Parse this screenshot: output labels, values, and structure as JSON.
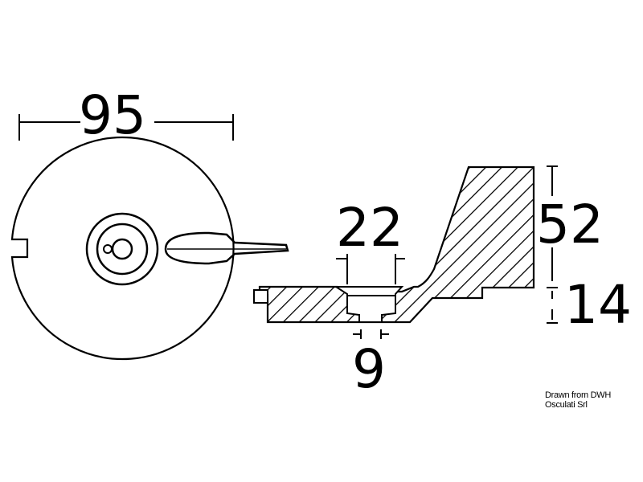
{
  "drawing": {
    "front_view": {
      "diameter_label": "95"
    },
    "side_view": {
      "bore_label": "22",
      "hole_label": "9",
      "fin_height_label": "52",
      "base_height_label": "14"
    },
    "credit": "Drawn from DWH Osculati Srl",
    "colors": {
      "line": "#000000",
      "background": "#ffffff"
    }
  }
}
